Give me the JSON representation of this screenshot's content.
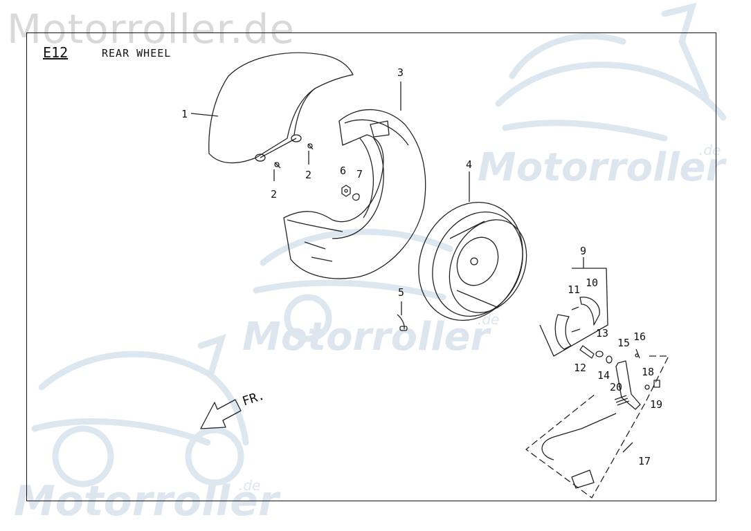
{
  "watermarks": {
    "top": "Motorroller.de",
    "right": "Motorroller",
    "right_suffix": ".de",
    "middle": "Motorroller",
    "middle_suffix": ".de",
    "bottom": "Motorroller",
    "bottom_suffix": ".de"
  },
  "diagram": {
    "code": "E12",
    "title": "REAR WHEEL",
    "direction_label": "FR."
  },
  "callouts": {
    "c1": "1",
    "c2a": "2",
    "c2b": "2",
    "c3": "3",
    "c4": "4",
    "c5": "5",
    "c6": "6",
    "c7": "7",
    "c9": "9",
    "c10": "10",
    "c11": "11",
    "c12": "12",
    "c13": "13",
    "c14": "14",
    "c15": "15",
    "c16": "16",
    "c17": "17",
    "c18": "18",
    "c19": "19",
    "c20": "20"
  },
  "icons": {
    "direction": "arrow-down-left-icon"
  }
}
